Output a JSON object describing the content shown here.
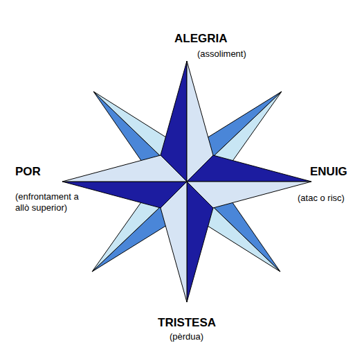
{
  "diagram": {
    "labels": [
      "ALEGRIA",
      "(assoliment)",
      "POR",
      "(enfrontament a allò superior)",
      "ENUIG",
      "(atac o risc)",
      "TRISTESA",
      "(pèrdua)"
    ]
  }
}
